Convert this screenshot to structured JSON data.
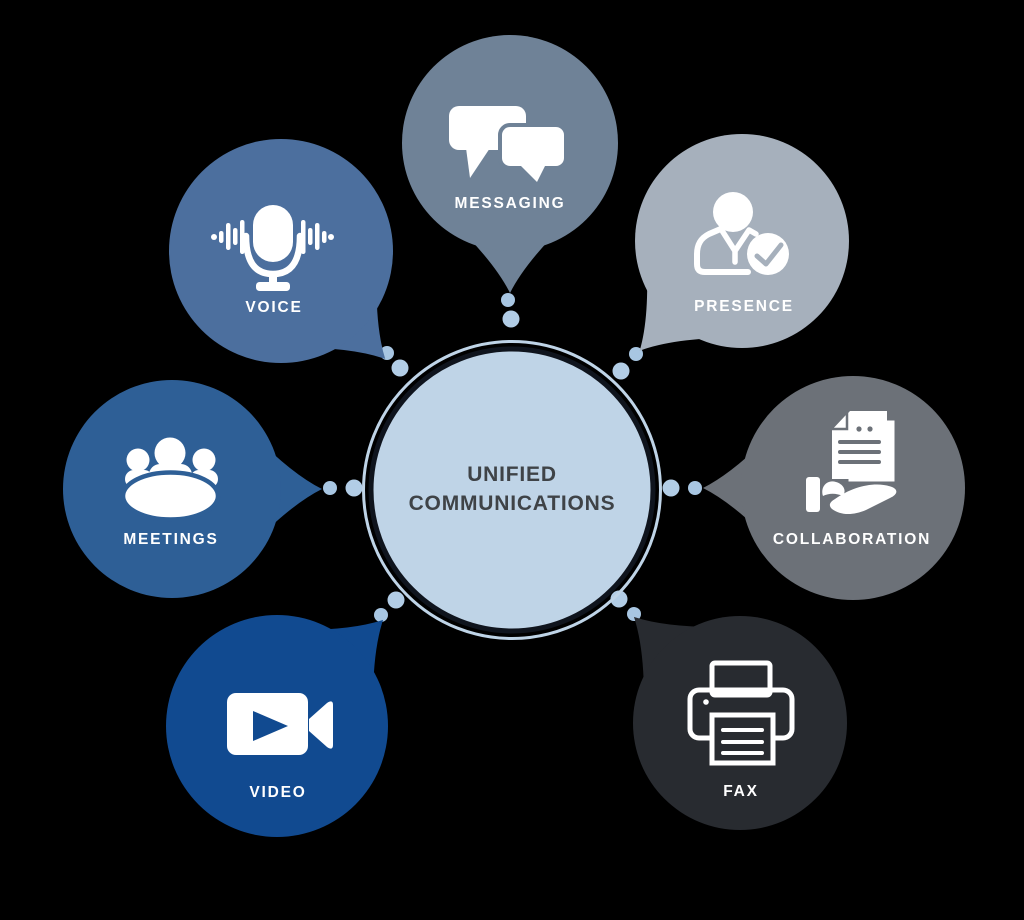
{
  "diagram": {
    "background": "#000000",
    "center": {
      "title_line1": "UNIFIED",
      "title_line2": "COMMUNICATIONS",
      "fill": "#bfd4e7",
      "ring": "#0f141d",
      "text_color": "#3f4347"
    },
    "dots": {
      "large": "#b2cde6",
      "small": "#a8c6e2"
    },
    "label_color": "#ffffff",
    "icon_color": "#ffffff"
  },
  "bubbles": [
    {
      "id": "messaging",
      "label": "MESSAGING",
      "color": "#6f8297",
      "icon": "chat-bubbles-icon"
    },
    {
      "id": "voice",
      "label": "VOICE",
      "color": "#4c6f9e",
      "icon": "microphone-icon"
    },
    {
      "id": "presence",
      "label": "PRESENCE",
      "color": "#a6b0bc",
      "icon": "person-check-icon"
    },
    {
      "id": "meetings",
      "label": "MEETINGS",
      "color": "#2e5f96",
      "icon": "meeting-people-icon"
    },
    {
      "id": "collaboration",
      "label": "COLLABORATION",
      "color": "#6c7178",
      "icon": "hand-documents-icon"
    },
    {
      "id": "video",
      "label": "VIDEO",
      "color": "#114a90",
      "icon": "video-camera-icon"
    },
    {
      "id": "fax",
      "label": "FAX",
      "color": "#282b30",
      "icon": "fax-machine-icon"
    }
  ]
}
